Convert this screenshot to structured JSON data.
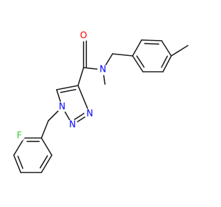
{
  "molecule": {
    "atoms": {
      "o_carbonyl": "O",
      "n_amide": "N",
      "n_triazole_1": "N",
      "n_triazole_2": "N",
      "n_triazole_3": "N",
      "fluorine": "F"
    }
  },
  "colors": {
    "bond": "#1a1a1a",
    "oxygen": "#ff0000",
    "nitrogen": "#0000ff",
    "fluorine": "#33cc33"
  }
}
